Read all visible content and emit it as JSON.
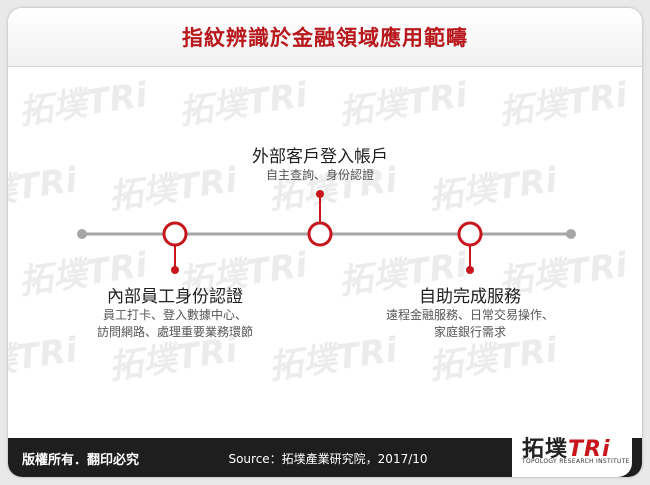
{
  "title": "指紋辨識於金融領域應用範疇",
  "nodes": [
    {
      "heading": "外部客戶登入帳戶",
      "lines": [
        "自主查詢、身份認證"
      ]
    },
    {
      "heading": "內部員工身份認證",
      "lines": [
        "員工打卡、登入數據中心、",
        "訪問網路、處理重要業務環節"
      ]
    },
    {
      "heading": "自助完成服務",
      "lines": [
        "遠程金融服務、日常交易操作、",
        "家庭銀行需求"
      ]
    }
  ],
  "footer": {
    "copyright": "版權所有．翻印必究",
    "source": "Source：拓墣產業研究院，2017/10"
  },
  "logo": {
    "text_main": "拓墣",
    "text_tri": "TRi",
    "text_sub": "TOPOLOGY RESEARCH INSTITUTE"
  },
  "colors": {
    "accent": "#c8161d",
    "line": "#a6a6a6",
    "dark": "#1e1e1e"
  }
}
